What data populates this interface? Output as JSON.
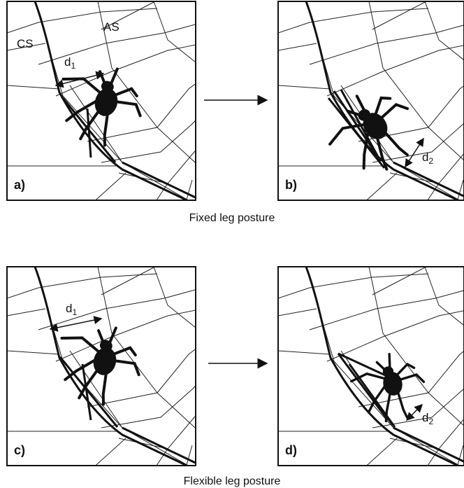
{
  "panels": {
    "a": {
      "label": "a)",
      "cs": "CS",
      "as": "AS",
      "d_main": "d",
      "d_sub": "1"
    },
    "b": {
      "label": "b)",
      "d_main": "d",
      "d_sub": "2"
    },
    "c": {
      "label": "c)",
      "d_main": "d",
      "d_sub": "1"
    },
    "d": {
      "label": "d)",
      "d_main": "d",
      "d_sub": "2"
    }
  },
  "captions": {
    "top": "Fixed leg posture",
    "bottom": "Flexible leg posture"
  }
}
